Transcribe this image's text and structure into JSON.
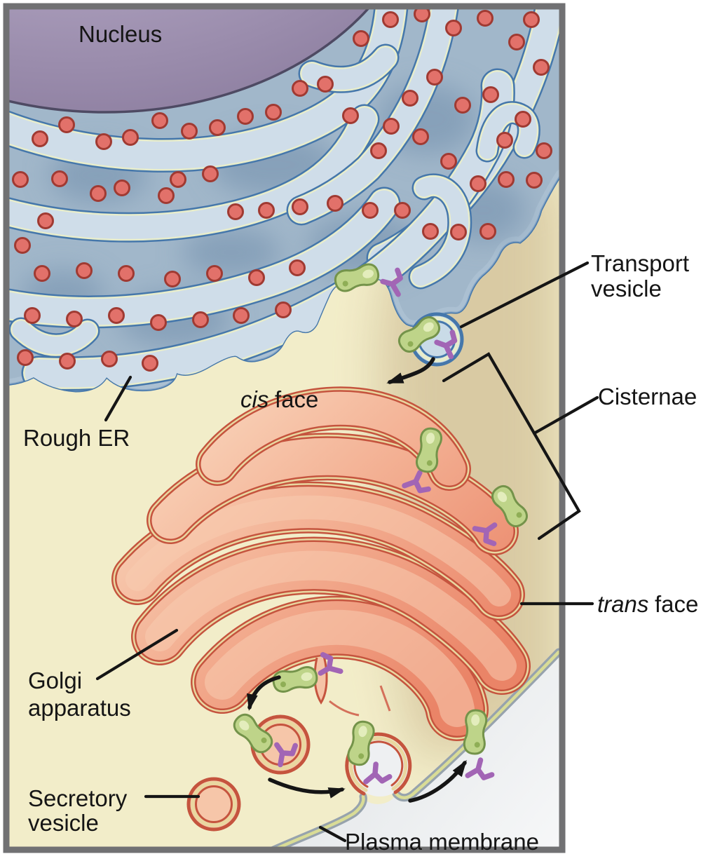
{
  "diagram": {
    "subject": "secretory-pathway-cell-diagram",
    "background_color": "#ffffff",
    "panel_border_color": "#717173"
  },
  "labels": {
    "nucleus": "Nucleus",
    "rough_er": "Rough ER",
    "cis_italic": "cis",
    "cis_rest": "face",
    "trans_italic": "trans",
    "trans_rest": "face",
    "transport_line1": "Transport",
    "transport_line2": "vesicle",
    "cisternae": "Cisternae",
    "golgi_line1": "Golgi",
    "golgi_line2": "apparatus",
    "secretory_line1": "Secretory",
    "secretory_line2": "vesicle",
    "plasma_membrane": "Plasma membrane"
  },
  "colors": {
    "cytosol_cream": "#f2edc9",
    "cytosol_tan": "#d8c9a2",
    "extracellular": "#eceef0",
    "nucleus_fill": "#a99cba",
    "nucleus_outline": "#4e4a63",
    "er_lumen": "#cfdde9",
    "er_membrane_blue": "#4577ab",
    "er_membrane_cream": "#e8edcb",
    "er_background": "#a1b7ca",
    "ribosome_fill": "#e2716a",
    "ribosome_outline": "#a03a32",
    "golgi_outline": "#c5543e",
    "golgi_membrane_cream": "#e9d7a0",
    "golgi_light": "#f9d4ba",
    "golgi_deep": "#ea8467",
    "vesicle_blue_fill": "#c9dbe7",
    "vesicle_pink_fill": "#f6c6a9",
    "plasma_membrane_gray": "#97a3ad",
    "plasma_membrane_green": "#d9dc96",
    "protein_green": "#bed489",
    "glycan_purple": "#a265b5",
    "annotation_black": "#151515"
  }
}
